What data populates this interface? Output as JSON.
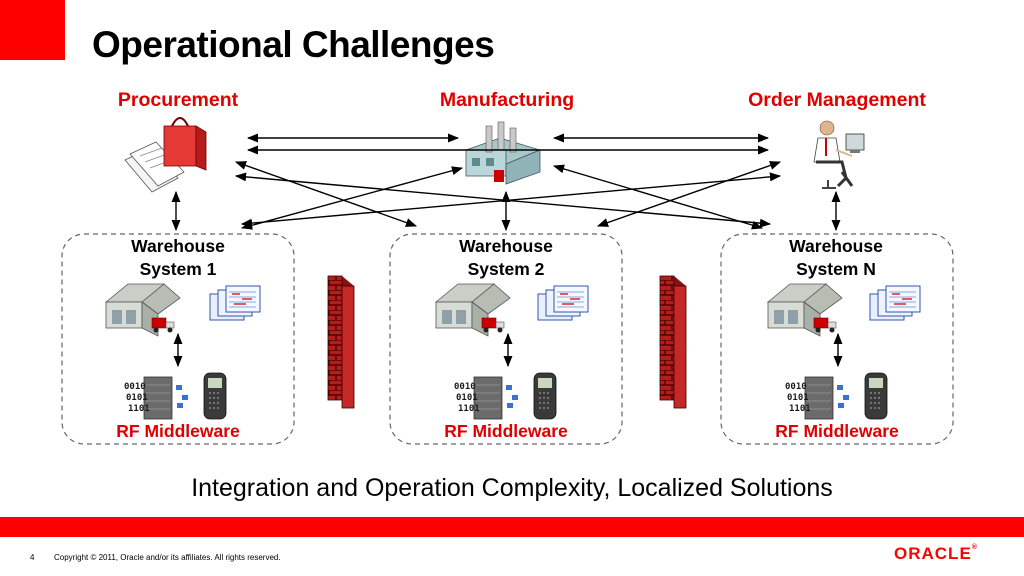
{
  "slide": {
    "title": "Operational Challenges",
    "subtitle": "Integration and Operation Complexity, Localized Solutions",
    "page_number": "4",
    "copyright": "Copyright © 2011, Oracle and/or its affiliates. All rights reserved.",
    "logo_text": "ORACLE",
    "logo_mark": "®"
  },
  "functions": [
    {
      "label": "Procurement",
      "icon": "shopping-bag-documents-icon"
    },
    {
      "label": "Manufacturing",
      "icon": "factory-icon"
    },
    {
      "label": "Order Management",
      "icon": "person-at-computer-icon"
    }
  ],
  "warehouses": [
    {
      "line1": "Warehouse",
      "line2": "System 1",
      "rf": "RF Middleware"
    },
    {
      "line1": "Warehouse",
      "line2": "System 2",
      "rf": "RF Middleware"
    },
    {
      "line1": "Warehouse",
      "line2": "System N",
      "rf": "RF Middleware"
    }
  ],
  "binary_text": [
    "0010",
    "0101",
    "1101"
  ],
  "colors": {
    "accent_red": "#e00000",
    "brand_red": "#ff0000",
    "brick": "#b71c1c"
  }
}
